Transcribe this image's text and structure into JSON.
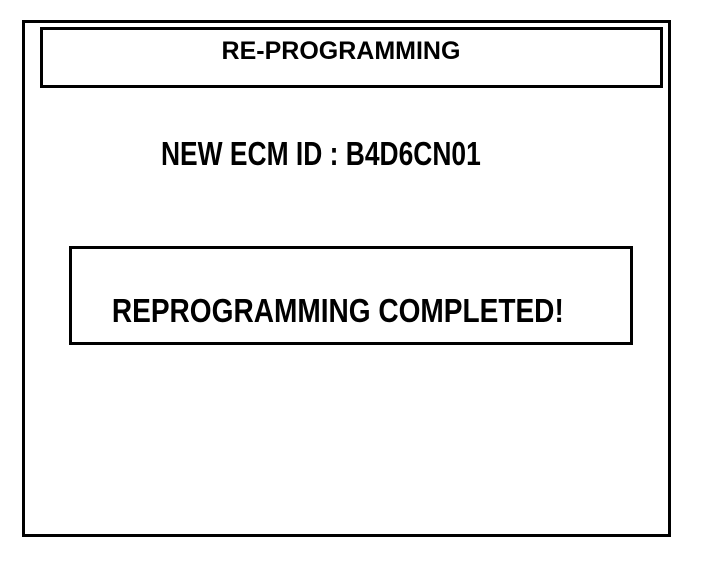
{
  "screen": {
    "title": "RE-PROGRAMMING",
    "new_ecm_id": {
      "label": "NEW ECM ID :",
      "value": "B4D6CN01"
    },
    "status_message": "REPROGRAMMING COMPLETED!"
  },
  "colors": {
    "background": "#ffffff",
    "border": "#000000",
    "text": "#000000"
  }
}
